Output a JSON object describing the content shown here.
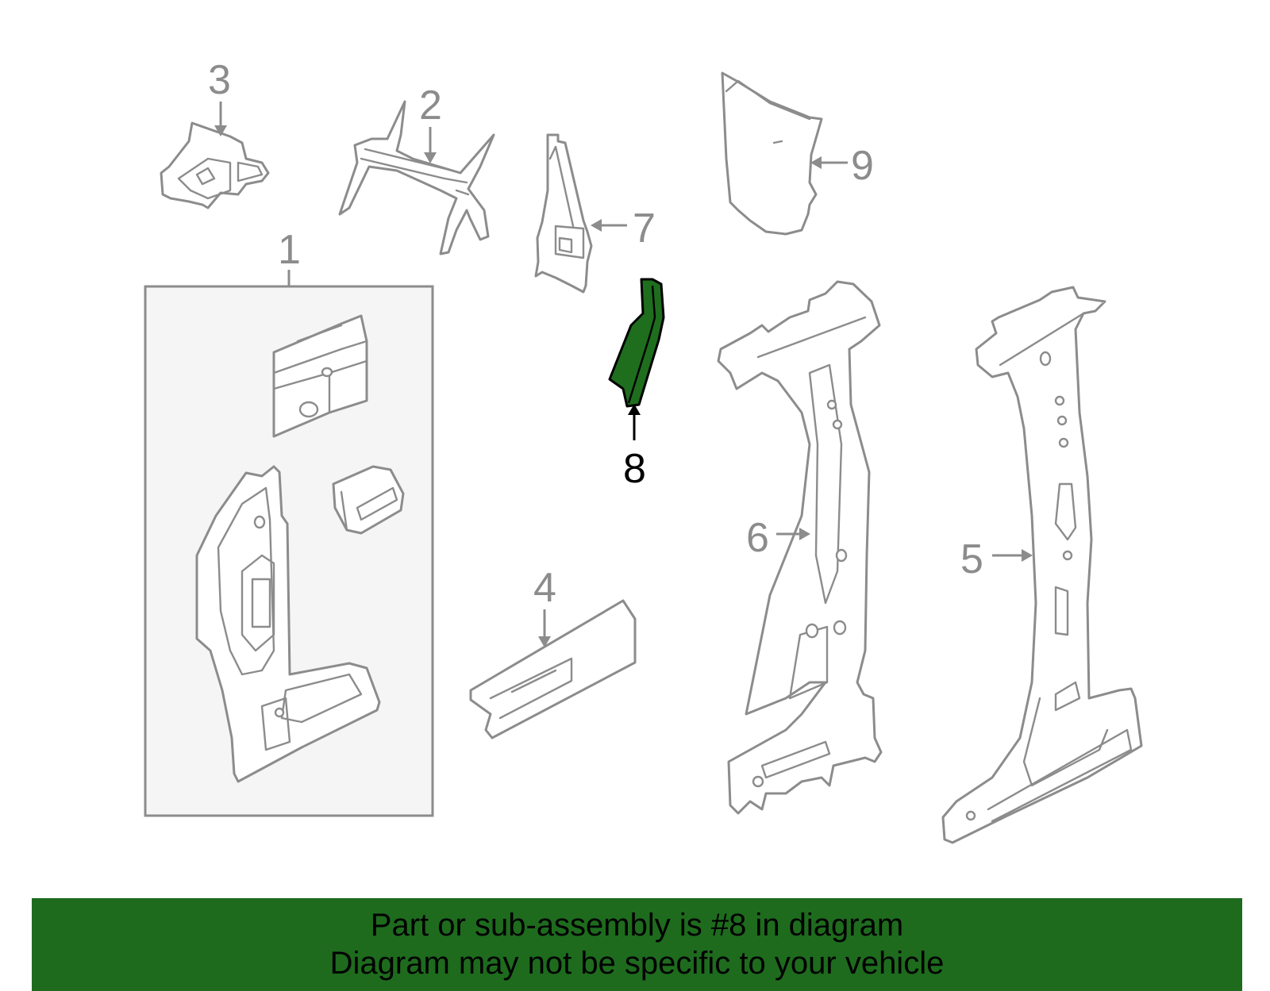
{
  "callouts": {
    "c1": "1",
    "c2": "2",
    "c3": "3",
    "c4": "4",
    "c5": "5",
    "c6": "6",
    "c7": "7",
    "c8": "8",
    "c9": "9"
  },
  "highlight": {
    "part_number": "8",
    "color": "#1e6e1e"
  },
  "banner": {
    "line1": "Part or sub-assembly is #8 in diagram",
    "line2": "Diagram may not be specific to your vehicle",
    "background": "#1e6b1e"
  }
}
